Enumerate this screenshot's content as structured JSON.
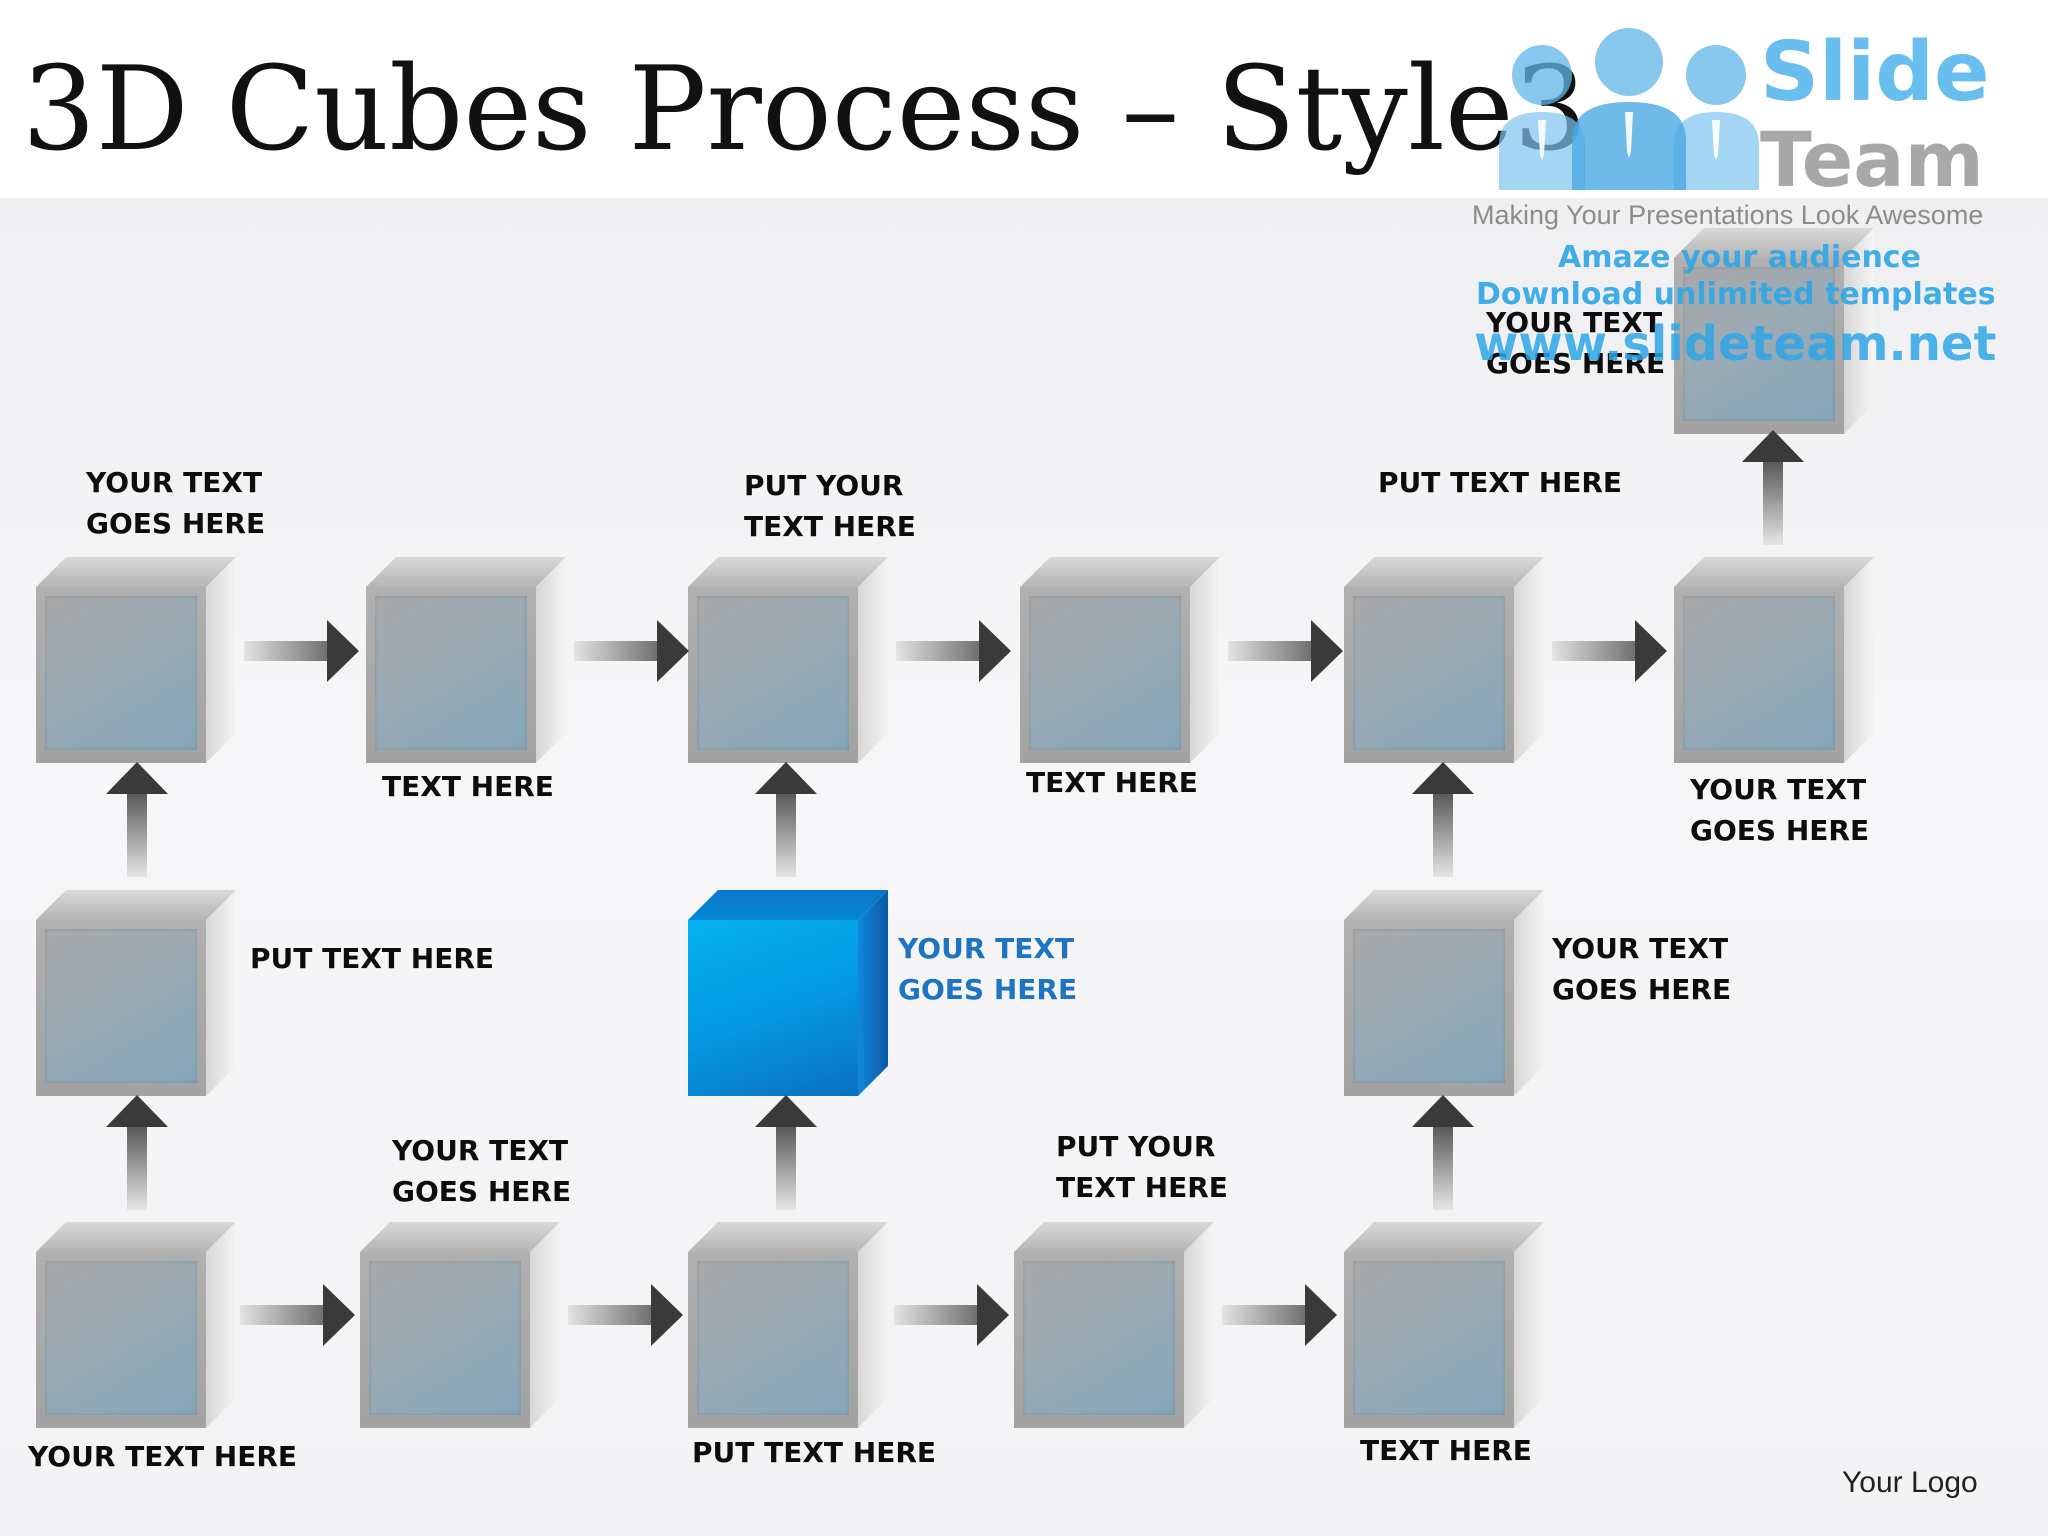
{
  "title": "3D Cubes Process – Style3",
  "watermark": {
    "brand_top": "Slide",
    "brand_bottom": "Team",
    "tagline": "Making Your Presentations Look Awesome",
    "line1": "Amaze your audience",
    "line2": "Download unlimited templates",
    "line3": "www.slideteam.net"
  },
  "labels": {
    "top_cube": "YOUR TEXT\nGOES HERE",
    "r1c1": "YOUR TEXT\nGOES HERE",
    "r1c2": "TEXT HERE",
    "r1c3": "PUT YOUR\nTEXT HERE",
    "r1c4": "TEXT HERE",
    "r1c5": "PUT TEXT HERE",
    "r1c6": "YOUR TEXT\nGOES HERE",
    "r2c1": "PUT TEXT HERE",
    "r2c3": "YOUR TEXT\nGOES HERE",
    "r2c5": "YOUR TEXT\nGOES HERE",
    "r3c1": "YOUR TEXT HERE",
    "r3c2": "YOUR TEXT\nGOES HERE",
    "r3c3": "PUT TEXT HERE",
    "r3c4": "PUT YOUR\nTEXT HERE",
    "r3c5": "TEXT HERE"
  },
  "colors": {
    "highlight_cube": "#05A7EC",
    "highlight_text": "#1C74C2",
    "arrow_head": "#3A3A3A"
  },
  "footer": {
    "logo_placeholder": "Your Logo"
  }
}
